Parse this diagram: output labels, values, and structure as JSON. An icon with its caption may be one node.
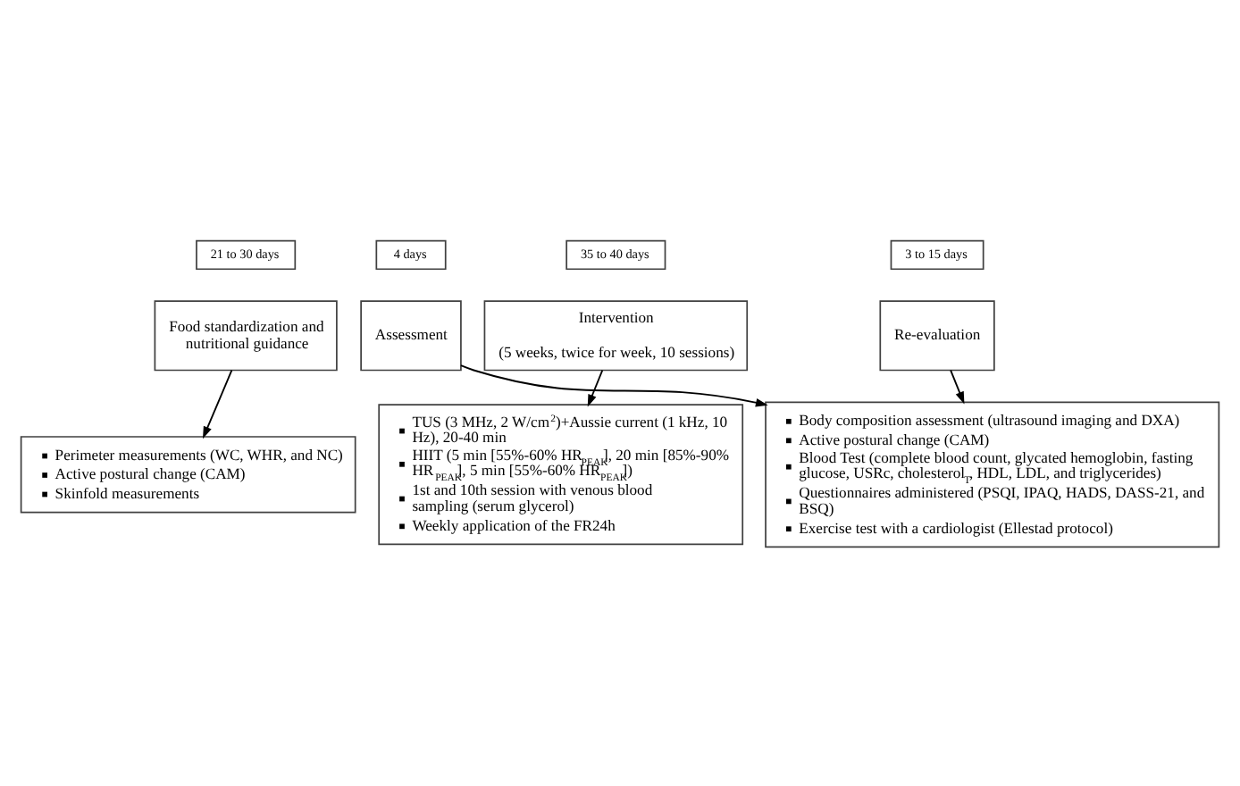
{
  "diagram": {
    "nodes": [
      {
        "text": [
          "21 to 30 days"
        ]
      },
      {
        "text": [
          "Food standardization and nutritional guidance"
        ]
      },
      {
        "text": [
          "4 days"
        ]
      },
      {
        "text": [
          "Assessment"
        ]
      },
      {
        "text": [
          "35 to 40 days"
        ]
      },
      {
        "text": [
          "Intervention",
          "(5 weeks, twice for week, 10 sessions)"
        ]
      },
      {
        "text": [
          "3 to 15 days"
        ]
      },
      {
        "text": [
          "Re-evaluation"
        ]
      },
      {
        "text": [
          "Perimeter measurements (WC, WHR, and NC)",
          "Active postural change (CAM)",
          "Skinfold measurements"
        ]
      },
      {
        "text": [
          "TUS (3 MHz, 2 W/cm$^{2}$)+Aussie current (1 kHz, 10 Hz), 20-40 min",
          "HIIT (5 min [55%-60% HR$_{PEAK}$], 20 min [85%-90% HR$_{PEAK}$], 5 min [55%-60% HR$_{PEAK}$])",
          "1st and 10th session with venous blood sampling (serum glycerol)",
          "Weekly application of the FR24h"
        ]
      },
      {
        "text": [
          "Body composition assessment (ultrasound imaging and DXA)",
          "Active postural change (CAM)",
          "Blood Test (complete blood count, glycated hemoglobin, fasting glucose, USRc, cholesterol$_{T}$, HDL, LDL, and triglycerides)",
          "Questionnaires administered (PSQI, IPAQ, HADS, DASS-21, and BSQ)",
          "Exercise test with a cardiologist (Ellestad protocol)"
        ]
      }
    ],
    "edges": [
      {
        "from": 1,
        "to": 8,
        "arrow": "to"
      },
      {
        "from": 3,
        "to": 10,
        "arrow": "to"
      },
      {
        "from": 5,
        "to": 9,
        "arrow": "to"
      },
      {
        "from": 7,
        "to": 10,
        "arrow": "to"
      }
    ]
  }
}
